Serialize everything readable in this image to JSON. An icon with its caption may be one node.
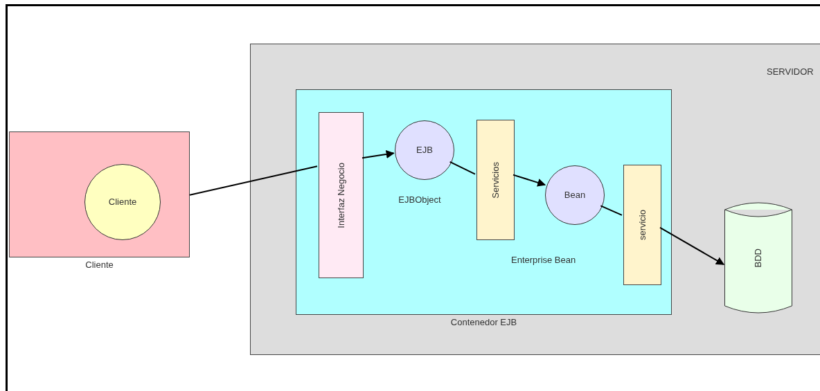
{
  "diagram": {
    "nodes": [
      {
        "text": [
          "Cliente"
        ]
      },
      {
        "text": [
          "Cliente"
        ],
        "in": 0
      },
      {
        "text": [
          "SERVIDOR"
        ]
      },
      {
        "text": [
          "Contenedor EJB"
        ],
        "in": 2
      },
      {
        "text": [
          "Interfaz Negocio"
        ],
        "in": 3
      },
      {
        "text": [
          "EJB"
        ],
        "in": 3,
        "beside": [
          "EJBObject"
        ]
      },
      {
        "text": [
          "Servicios"
        ],
        "in": 3
      },
      {
        "text": [
          "Bean"
        ],
        "in": 3
      },
      {
        "text": [
          "servicio"
        ],
        "in": 3
      },
      {
        "text": [
          "BDD"
        ],
        "in": 2
      }
    ],
    "edges": [
      {
        "from": 0,
        "to": 4,
        "arrow": "none"
      },
      {
        "from": 4,
        "to": 5,
        "arrow": "to"
      },
      {
        "from": 5,
        "to": 6,
        "arrow": "none"
      },
      {
        "from": 6,
        "to": 7,
        "arrow": "to"
      },
      {
        "from": 7,
        "to": 8,
        "arrow": "none"
      },
      {
        "from": 8,
        "to": 9,
        "arrow": "to"
      }
    ],
    "labels": [
      "Enterprise Bean"
    ]
  }
}
